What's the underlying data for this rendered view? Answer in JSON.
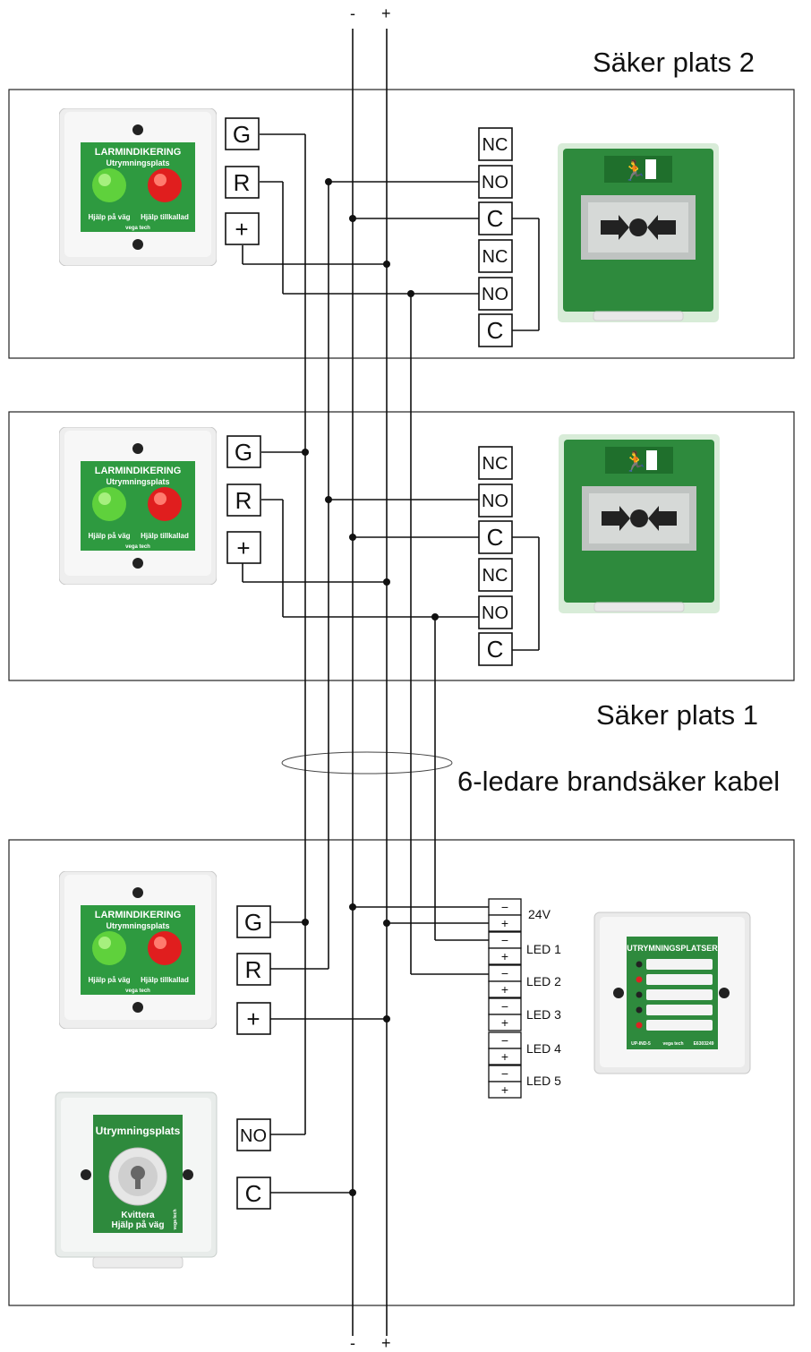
{
  "titles": {
    "site2": "Säker plats 2",
    "site1": "Säker plats 1",
    "cable": "6-ledare brandsäker kabel"
  },
  "bus": {
    "minus": "-",
    "plus": "+"
  },
  "terminals": {
    "g": "G",
    "r": "R",
    "plus": "+",
    "nc": "NC",
    "no": "NO",
    "c": "C",
    "minus": "−"
  },
  "indicator_panel": {
    "title": "LARMINDIKERING",
    "subtitle": "Utrymningsplats",
    "green_label": "Hjälp på väg",
    "red_label": "Hjälp tillkallad",
    "brand": "vega tech"
  },
  "key_switch": {
    "title": "Utrymningsplats",
    "line1": "Kvittera",
    "line2": "Hjälp på väg",
    "brand": "vega tech"
  },
  "central_unit": {
    "title": "UTRYMNINGSPLATSER",
    "model": "UP-IND-5",
    "code": "E6303249",
    "brand": "vega tech"
  },
  "led_block": {
    "power_label": "24V",
    "led_labels": [
      "LED 1",
      "LED 2",
      "LED 3",
      "LED 4",
      "LED 5"
    ]
  }
}
